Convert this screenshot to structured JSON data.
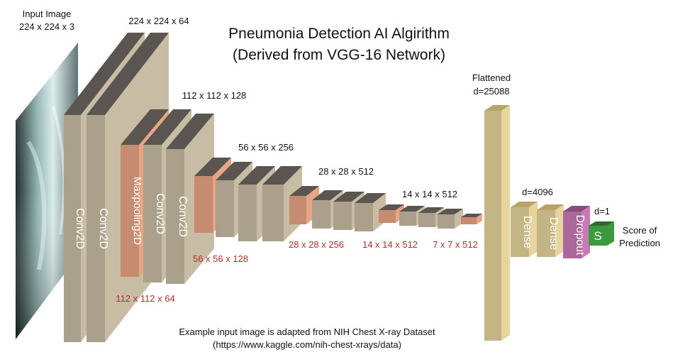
{
  "title_line1": "Pneumonia Detection AI Algirithm",
  "title_line2": "(Derived from VGG-16 Network)",
  "input": {
    "label_line1": "Input Image",
    "label_line2": "224 x 224 x 3"
  },
  "dims_top": {
    "d1": "224 x 224 x 64",
    "d2": "112 x 112 x 128",
    "d3": "56 x 56 x 256",
    "d4": "28 x 28 x 512",
    "d5": "14 x 14 x 512"
  },
  "dims_pool": {
    "p1": "112 x 112 x 64",
    "p2": "56 x 56 x 128",
    "p3": "28 x 28 x 256",
    "p4": "14 x 14 x 512",
    "p5": "7 x 7 x 512"
  },
  "layers": {
    "conv": "Conv2D",
    "maxpool": "Maxpooling2D",
    "dense": "Dense",
    "dropout": "Dropout",
    "softmax": "S"
  },
  "flattened": {
    "line1": "Flattened",
    "line2": "d=25088"
  },
  "dense_dim": "d=4096",
  "out_dim": "d=1",
  "score": {
    "line1": "Score of",
    "line2": "Prediction"
  },
  "footer": {
    "line1": "Example input image is adapted from NIH Chest X-ray Dataset",
    "line2": "(https://www.kaggle.com/nih-chest-xrays/data)"
  },
  "colors": {
    "conv": "#c9bca4",
    "pool": "#e8a585",
    "dense": "#e6d59c",
    "dropout": "#c97ab6",
    "softmax": "#3a9a3c"
  }
}
